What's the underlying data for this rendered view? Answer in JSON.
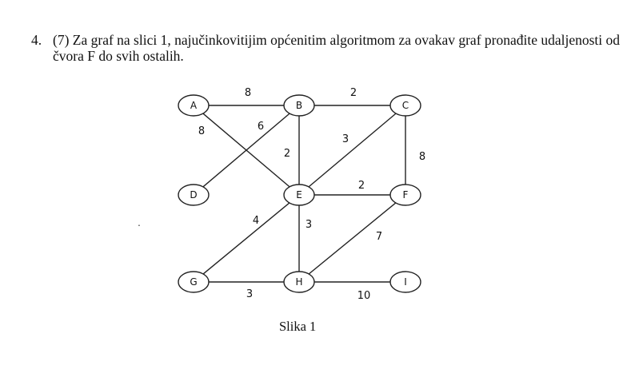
{
  "question": {
    "number": "4.",
    "text": "(7) Za graf na slici 1, najučinkovitijim općenitim algoritmom za ovakav graf pronađite udaljenosti od čvora F do svih ostalih."
  },
  "marker": ".",
  "graph": {
    "nodes": [
      {
        "id": "A",
        "label": "A"
      },
      {
        "id": "B",
        "label": "B"
      },
      {
        "id": "C",
        "label": "C"
      },
      {
        "id": "D",
        "label": "D"
      },
      {
        "id": "E",
        "label": "E"
      },
      {
        "id": "F",
        "label": "F"
      },
      {
        "id": "G",
        "label": "G"
      },
      {
        "id": "H",
        "label": "H"
      },
      {
        "id": "I",
        "label": "I"
      }
    ],
    "edges": [
      {
        "from": "A",
        "to": "B",
        "weight": "8"
      },
      {
        "from": "A",
        "to": "E",
        "weight": "8"
      },
      {
        "from": "D",
        "to": "B",
        "weight": "6"
      },
      {
        "from": "B",
        "to": "C",
        "weight": "2"
      },
      {
        "from": "B",
        "to": "E",
        "weight": "2"
      },
      {
        "from": "E",
        "to": "C",
        "weight": "3"
      },
      {
        "from": "C",
        "to": "F",
        "weight": "8"
      },
      {
        "from": "E",
        "to": "F",
        "weight": "2"
      },
      {
        "from": "E",
        "to": "G",
        "weight": "4"
      },
      {
        "from": "E",
        "to": "H",
        "weight": "3"
      },
      {
        "from": "H",
        "to": "F",
        "weight": "7"
      },
      {
        "from": "G",
        "to": "H",
        "weight": "3"
      },
      {
        "from": "H",
        "to": "I",
        "weight": "10"
      }
    ]
  },
  "caption": "Slika 1"
}
